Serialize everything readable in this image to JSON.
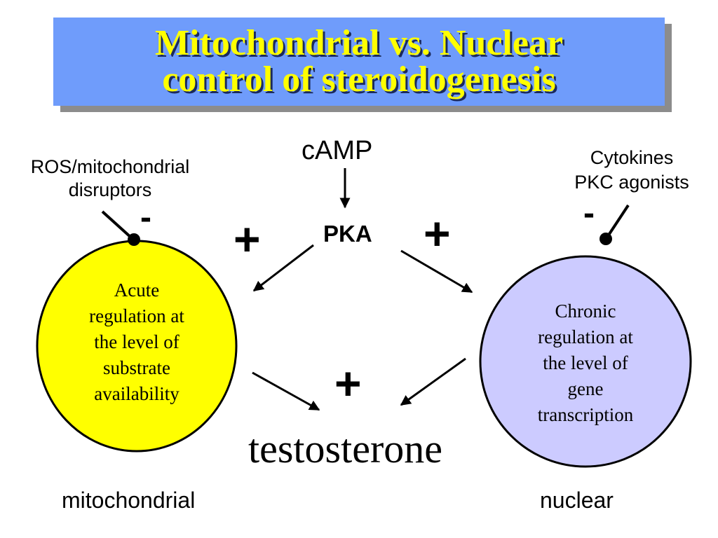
{
  "title": {
    "line1": "Mitochondrial vs. Nuclear",
    "line2": "control of steroidogenesis"
  },
  "inputs": {
    "camp": "cAMP",
    "pka": "PKA",
    "ros_line1": "ROS/mitochondrial",
    "ros_line2": "disruptors",
    "cyto_line1": "Cytokines",
    "cyto_line2": "PKC agonists"
  },
  "signs": {
    "ros_effect": "-",
    "cyto_effect": "-",
    "pka_left": "+",
    "pka_right": "+",
    "testosterone": "+"
  },
  "mito_circle": {
    "lines": [
      "Acute",
      "regulation at",
      "the level of",
      "substrate",
      "availability"
    ],
    "fill": "#ffff00"
  },
  "nuclear_circle": {
    "lines": [
      "Chronic",
      "regulation at",
      "the level of",
      "gene",
      "transcription"
    ],
    "fill": "#cccbff"
  },
  "product": "testosterone",
  "labels": {
    "mitochondrial": "mitochondrial",
    "nuclear": "nuclear"
  },
  "colors": {
    "title_bg": "#6f9cfb",
    "title_text": "#ffff00"
  }
}
